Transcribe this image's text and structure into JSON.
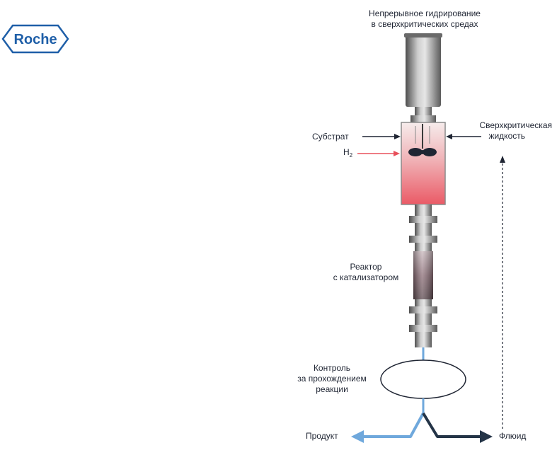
{
  "logo": {
    "text": "Roche",
    "color": "#1f5fa8"
  },
  "title": {
    "line1": "Непрерывное гидрирование",
    "line2": "в сверхкритических средах"
  },
  "labels": {
    "substrate": "Субстрат",
    "h2": "H",
    "h2_sub": "2",
    "supercritical_line1": "Сверхкритическая",
    "supercritical_line2": "жидкость",
    "reactor_line1": "Реактор",
    "reactor_line2": "с катализатором",
    "control_line1": "Контроль",
    "control_line2": "за прохождением",
    "control_line3": "реакции",
    "product": "Продукт",
    "fluid": "Флюид"
  },
  "colors": {
    "text": "#1f2533",
    "h2_arrow": "#e8505b",
    "product_flow": "#6fa8dc",
    "fluid_flow": "#243447",
    "mixer_top": "#f4e7e7",
    "mixer_bottom": "#ec6a74",
    "metal": "#9a9a9a"
  }
}
